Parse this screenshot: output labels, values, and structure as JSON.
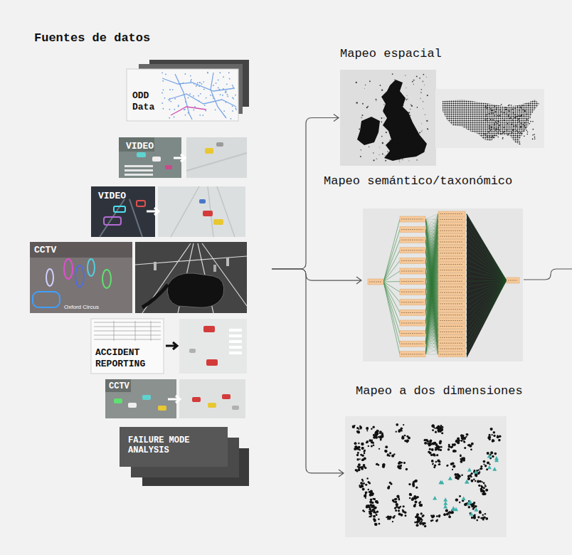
{
  "diagram": {
    "title": "Fuentes de datos",
    "nodes": [
      {
        "text": [
          "Fuentes de datos"
        ]
      },
      {
        "text": [
          "ODD Data"
        ],
        "in": 0
      },
      {
        "text": [
          "VIDEO"
        ],
        "in": 0
      },
      {
        "text": [
          "VIDEO"
        ],
        "in": 0
      },
      {
        "text": [
          "CCTV"
        ],
        "in": 0
      },
      {
        "text": [
          "ACCIDENT REPORTING"
        ],
        "in": 0
      },
      {
        "text": [
          "CCTV"
        ],
        "in": 0
      },
      {
        "text": [
          "FAILURE MODE ANALYSIS"
        ],
        "in": 0
      },
      {
        "text": [
          "Mapeo espacial"
        ]
      },
      {
        "text": [
          "Mapeo semántico/taxonómico"
        ]
      },
      {
        "text": [
          "Mapeo a dos dimensiones"
        ]
      }
    ],
    "edges": [
      {
        "from": 0,
        "to": 8,
        "arrow": "to"
      },
      {
        "from": 0,
        "to": 9,
        "arrow": "to"
      },
      {
        "from": 0,
        "to": 10,
        "arrow": "to"
      }
    ],
    "labels": [
      "Oxford Circus"
    ]
  }
}
